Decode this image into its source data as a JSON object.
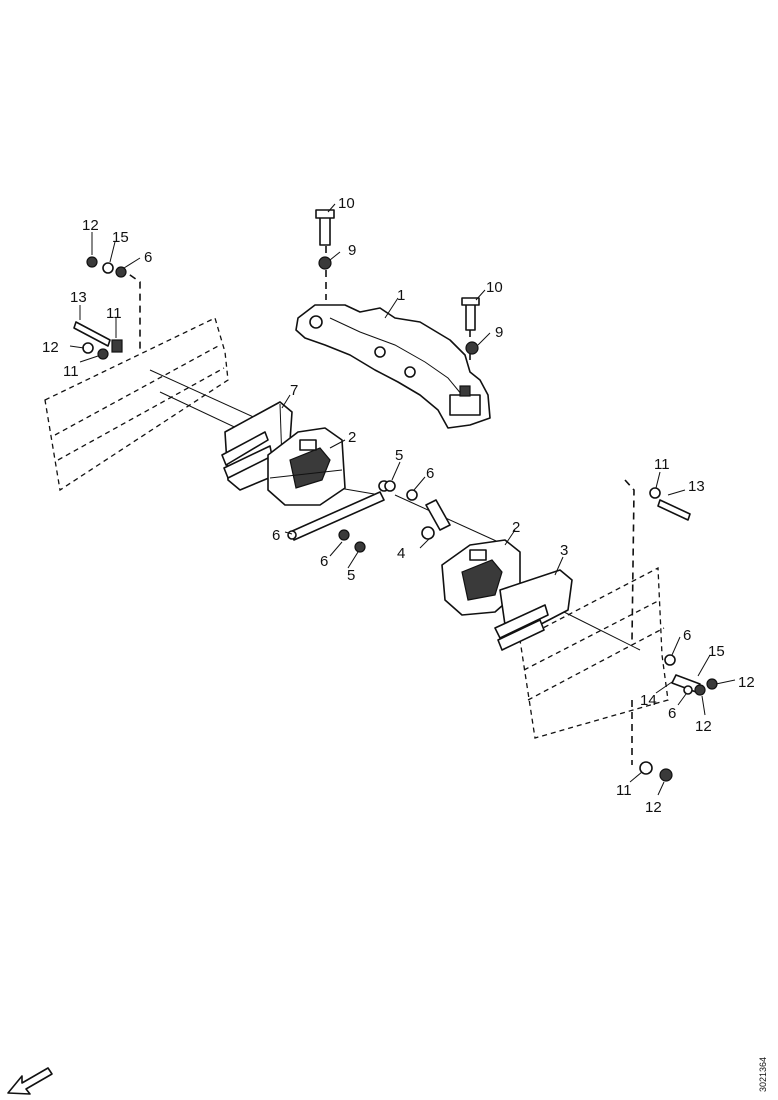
{
  "figure": {
    "reference_code": "3021364"
  },
  "callouts": {
    "c1": "1",
    "c2a": "2",
    "c2b": "2",
    "c3": "3",
    "c4": "4",
    "c5a": "5",
    "c5b": "5",
    "c6a": "6",
    "c6b": "6",
    "c6c": "6",
    "c6d": "6",
    "c6e": "6",
    "c6f": "6",
    "c7": "7",
    "c9a": "9",
    "c9b": "9",
    "c10a": "10",
    "c10b": "10",
    "c11a": "11",
    "c11b": "11",
    "c11c": "11",
    "c11d": "11",
    "c12a": "12",
    "c12b": "12",
    "c12c": "12",
    "c12d": "12",
    "c12e": "12",
    "c13a": "13",
    "c13b": "13",
    "c14": "14",
    "c15a": "15",
    "c15b": "15"
  },
  "icons": {
    "direction": "arrow-icon"
  }
}
